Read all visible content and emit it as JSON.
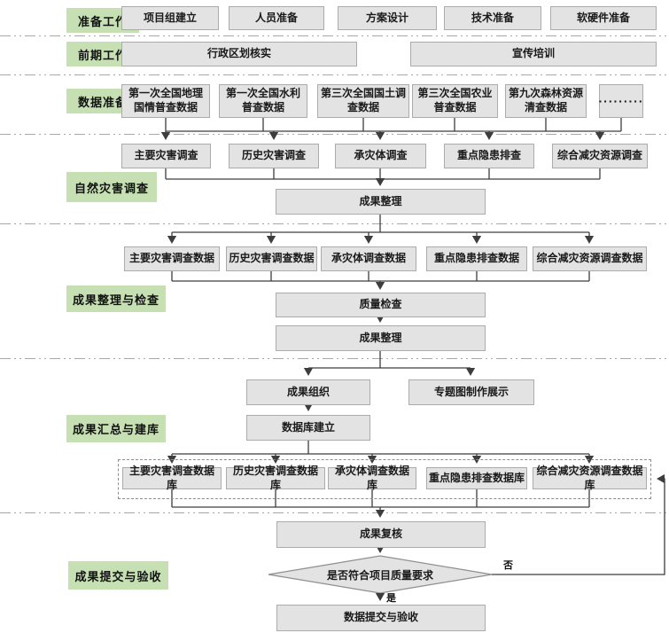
{
  "stages": {
    "prep": {
      "label": "准备工作",
      "boxes": [
        "项目组建立",
        "人员准备",
        "方案设计",
        "技术准备",
        "软硬件准备"
      ]
    },
    "early": {
      "label": "前期工作",
      "boxes": [
        "行政区划核实",
        "宣传培训"
      ]
    },
    "data": {
      "label": "数据准备",
      "boxes": [
        "第一次全国地理国情普查数据",
        "第一次全国水利普查数据",
        "第三次全国国土调查数据",
        "第三次全国农业普查数据",
        "第九次森林资源清查数据",
        "·········"
      ]
    },
    "survey": {
      "label": "自然灾害调查",
      "boxes": [
        "主要灾害调查",
        "历史灾害调查",
        "承灾体调查",
        "重点隐患排查",
        "综合减灾资源调查"
      ],
      "merge": "成果整理"
    },
    "organize": {
      "label": "成果整理与检查",
      "boxes": [
        "主要灾害调查数据",
        "历史灾害调查数据",
        "承灾体调查数据",
        "重点隐患排查数据",
        "综合减灾资源调查数据"
      ],
      "quality_check": "质量检查",
      "merge": "成果整理"
    },
    "build": {
      "label": "成果汇总与建库",
      "result_org": "成果组织",
      "thematic_map": "专题图制作展示",
      "db_build": "数据库建立",
      "databases": [
        "主要灾害调查数据库",
        "历史灾害调查数据库",
        "承灾体调查数据库",
        "重点隐患排查数据库",
        "综合减灾资源调查数据库"
      ]
    },
    "submit": {
      "label": "成果提交与验收",
      "review": "成果复核",
      "decision": "是否符合项目质量要求",
      "yes_label": "是",
      "no_label": "否",
      "final": "数据提交与验收"
    }
  },
  "colors": {
    "stage_label_bg": "#c6e0b4",
    "node_bg": "#e3e3e3",
    "node_border": "#ababab",
    "connector": "#3d3d3d",
    "separator": "#a8a8a8"
  }
}
